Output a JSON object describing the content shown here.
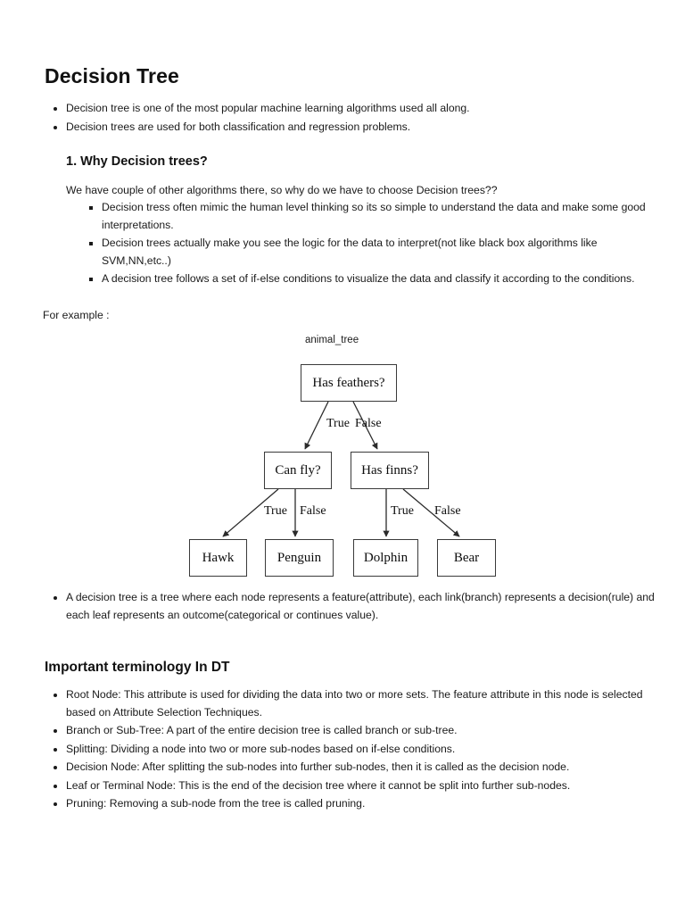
{
  "document": {
    "title": "Decision Tree",
    "intro_bullets": [
      "Decision tree is one of the most popular machine learning algorithms used all along.",
      "Decision trees are used for both classification and regression problems."
    ],
    "section_why": {
      "heading": "1. Why Decision trees?",
      "lead": "We have couple of other algorithms there, so why do we have to choose Decision trees??",
      "bullets": [
        "Decision tress often mimic the human level thinking so its so simple to understand the data and make some good interpretations.",
        "Decision trees actually make you see the logic for the data to interpret(not like black box algorithms like SVM,NN,etc..)",
        "A decision tree follows a set of if-else conditions to visualize the data and classify it according to the conditions."
      ]
    },
    "for_example_label": "For example :",
    "post_diagram_bullets": [
      "A decision tree is a tree where each node represents a feature(attribute), each link(branch) represents a decision(rule) and each leaf represents an outcome(categorical or continues value)."
    ],
    "section_terminology": {
      "heading": "Important terminology In DT",
      "bullets": [
        "Root Node: This attribute is used for dividing the data into two or more sets. The feature attribute in this node is selected based on Attribute Selection Techniques.",
        "Branch or Sub-Tree: A part of the entire decision tree is called branch or sub-tree.",
        "Splitting: Dividing a node into two or more sub-nodes based on if-else conditions.",
        "Decision Node: After splitting the sub-nodes into further sub-nodes, then it is called as the decision node.",
        "Leaf or Terminal Node: This is the end of the decision tree where it cannot be split into further sub-nodes.",
        "Pruning: Removing a sub-node from the tree is called pruning."
      ]
    }
  },
  "diagram": {
    "caption": "animal_tree",
    "nodes": {
      "root": "Has feathers?",
      "left_branch": "Can fly?",
      "right_branch": "Has finns?",
      "leaf_1": "Hawk",
      "leaf_2": "Penguin",
      "leaf_3": "Dolphin",
      "leaf_4": "Bear"
    },
    "edge_labels": {
      "root_true": "True",
      "root_false": "False",
      "left_true": "True",
      "left_false": "False",
      "right_true": "True",
      "right_false": "False"
    },
    "colors": {
      "node_border": "#3a3a3a",
      "node_fill": "#ffffff",
      "edge_stroke": "#2b2b2b"
    }
  }
}
